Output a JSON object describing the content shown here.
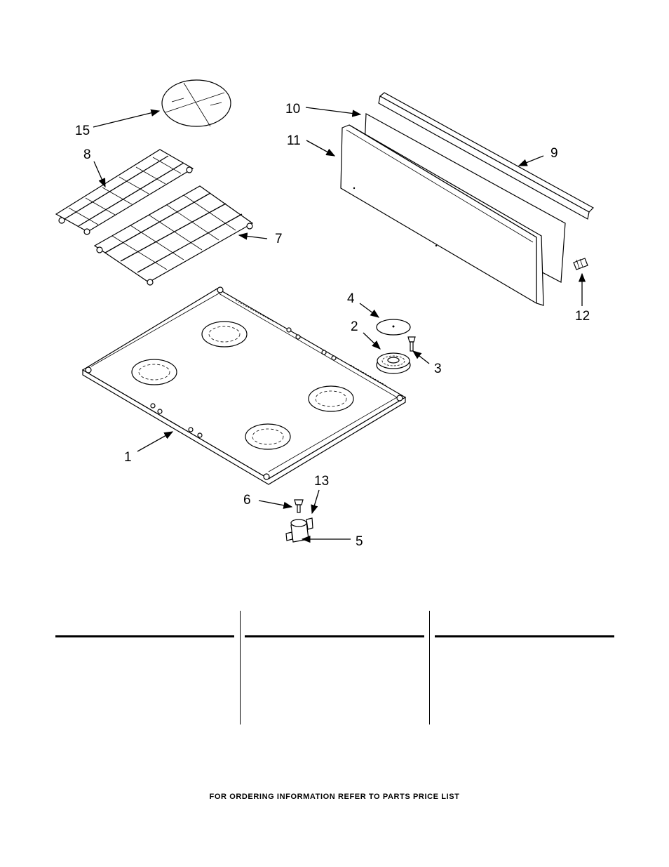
{
  "callouts": {
    "c1": "1",
    "c2": "2",
    "c3": "3",
    "c4": "4",
    "c5": "5",
    "c6": "6",
    "c7": "7",
    "c8": "8",
    "c9": "9",
    "c10": "10",
    "c11": "11",
    "c12": "12",
    "c13": "13",
    "c15": "15"
  },
  "footer": "FOR ORDERING INFORMATION REFER TO PARTS PRICE LIST"
}
